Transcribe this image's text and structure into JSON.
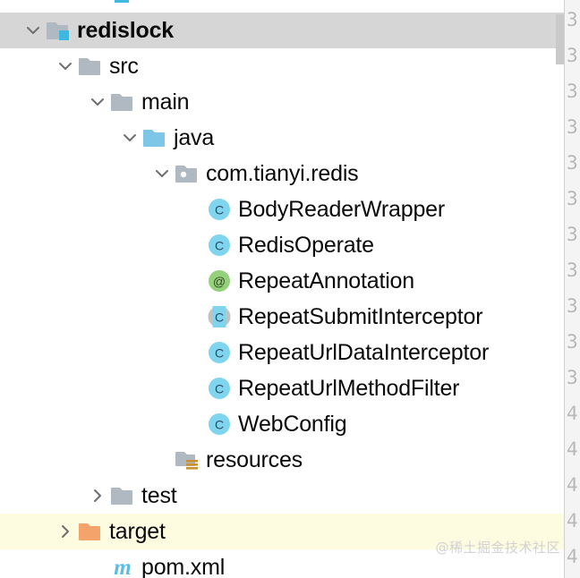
{
  "panel": {
    "name": "project-tree",
    "background": "#ffffff",
    "selected_row_color": "#d6d6d6",
    "highlight_row_color": "#fdfbe0"
  },
  "tree": {
    "rows": [
      {
        "id": "clipped-top",
        "label": "",
        "depth": 2,
        "icon": "clipped-blue-icon",
        "arrow": "none",
        "state": "clipped"
      },
      {
        "id": "redislock",
        "label": "redislock",
        "depth": 0,
        "icon": "module-folder-icon",
        "arrow": "expanded",
        "state": "selected",
        "bold": true
      },
      {
        "id": "src",
        "label": "src",
        "depth": 1,
        "icon": "folder-icon",
        "arrow": "expanded",
        "state": "normal"
      },
      {
        "id": "main",
        "label": "main",
        "depth": 2,
        "icon": "folder-icon",
        "arrow": "expanded",
        "state": "normal"
      },
      {
        "id": "java",
        "label": "java",
        "depth": 3,
        "icon": "source-root-folder-icon",
        "arrow": "expanded",
        "state": "normal"
      },
      {
        "id": "com-tianyi-redis",
        "label": "com.tianyi.redis",
        "depth": 4,
        "icon": "package-icon",
        "arrow": "expanded",
        "state": "normal"
      },
      {
        "id": "BodyReaderWrapper",
        "label": "BodyReaderWrapper",
        "depth": 5,
        "icon": "java-class-icon",
        "arrow": "none",
        "state": "normal"
      },
      {
        "id": "RedisOperate",
        "label": "RedisOperate",
        "depth": 5,
        "icon": "java-class-icon",
        "arrow": "none",
        "state": "normal"
      },
      {
        "id": "RepeatAnnotation",
        "label": "RepeatAnnotation",
        "depth": 5,
        "icon": "java-annotation-icon",
        "arrow": "none",
        "state": "normal"
      },
      {
        "id": "RepeatSubmitInterceptor",
        "label": "RepeatSubmitInterceptor",
        "depth": 5,
        "icon": "java-class-open-file-icon",
        "arrow": "none",
        "state": "open-in-editor"
      },
      {
        "id": "RepeatUrlDataInterceptor",
        "label": "RepeatUrlDataInterceptor",
        "depth": 5,
        "icon": "java-class-icon",
        "arrow": "none",
        "state": "normal"
      },
      {
        "id": "RepeatUrlMethodFilter",
        "label": "RepeatUrlMethodFilter",
        "depth": 5,
        "icon": "java-class-icon",
        "arrow": "none",
        "state": "normal"
      },
      {
        "id": "WebConfig",
        "label": "WebConfig",
        "depth": 5,
        "icon": "java-class-icon",
        "arrow": "none",
        "state": "normal"
      },
      {
        "id": "resources",
        "label": "resources",
        "depth": 4,
        "icon": "resources-root-folder-icon",
        "arrow": "none",
        "state": "normal"
      },
      {
        "id": "test",
        "label": "test",
        "depth": 2,
        "icon": "folder-icon",
        "arrow": "collapsed",
        "state": "normal"
      },
      {
        "id": "target",
        "label": "target",
        "depth": 1,
        "icon": "excluded-folder-icon",
        "arrow": "collapsed",
        "state": "highlight"
      },
      {
        "id": "pom-xml",
        "label": "pom.xml",
        "depth": 2,
        "icon": "maven-pom-icon",
        "arrow": "none",
        "state": "normal"
      }
    ]
  },
  "gutter": {
    "name": "editor-line-number-gutter",
    "numbers": [
      "3",
      "3",
      "3",
      "3",
      "3",
      "3",
      "3",
      "3",
      "3",
      "3",
      "3",
      "4",
      "4",
      "4",
      "4",
      "4"
    ]
  },
  "watermark": {
    "text": "@稀土掘金技术社区"
  },
  "colors": {
    "folder_gray": "#b0b9c2",
    "folder_blue": "#7ec6e8",
    "folder_orange": "#f4a36a",
    "class_blue": "#7fd4ee",
    "annotation_green": "#95d07a",
    "maven_blue": "#5bbde4",
    "selected_gray": "#d6d6d6",
    "highlight_yellow": "#fdfbe0"
  }
}
